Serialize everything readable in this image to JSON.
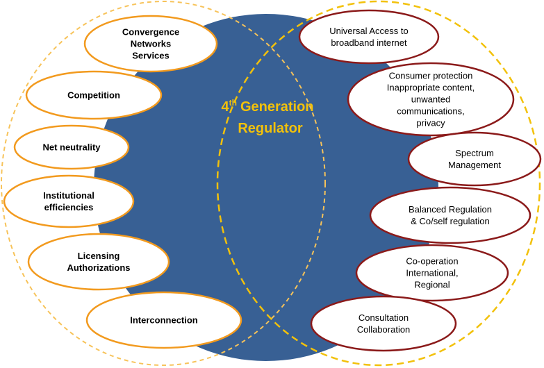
{
  "center": {
    "title_number": "4",
    "title_superscript": "th",
    "title_rest": "Generation",
    "title_line2": "Regulator"
  },
  "left_items": [
    {
      "lines": [
        "Convergence",
        "Networks",
        "Services"
      ]
    },
    {
      "lines": [
        "Competition"
      ]
    },
    {
      "lines": [
        "Net neutrality"
      ]
    },
    {
      "lines": [
        "Institutional",
        "efficiencies"
      ]
    },
    {
      "lines": [
        "Licensing",
        "Authorizations"
      ]
    },
    {
      "lines": [
        "Interconnection"
      ]
    }
  ],
  "right_items": [
    {
      "lines": [
        "Universal Access to",
        "broadband internet"
      ]
    },
    {
      "lines": [
        "Consumer protection",
        "Inappropriate content,",
        "unwanted",
        "communications,",
        "privacy"
      ]
    },
    {
      "lines": [
        "Spectrum",
        "Management"
      ]
    },
    {
      "lines": [
        "Balanced Regulation",
        "& Co/self regulation"
      ]
    },
    {
      "lines": [
        "Co-operation",
        "International,",
        "Regional"
      ]
    },
    {
      "lines": [
        "Consultation",
        "Collaboration"
      ]
    }
  ],
  "colors": {
    "blue_circle": "#386094",
    "left_border": "#F29A1E",
    "right_border": "#8B1A1A",
    "dashed_outer": "#F7C35A",
    "dashed_inner": "#F2C10B",
    "title": "#F2C10B"
  }
}
